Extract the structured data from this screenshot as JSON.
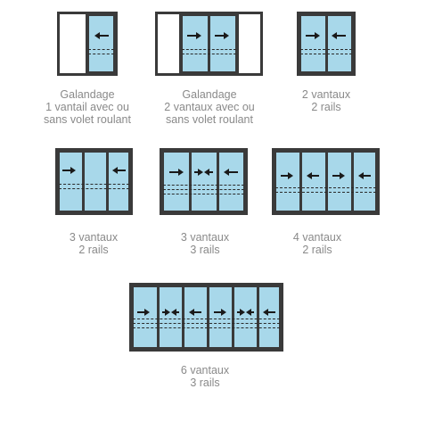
{
  "diagrams": [
    {
      "id": "galandage-1",
      "caption": [
        "Galandage",
        "1 vantail avec ou",
        "sans volet roulant"
      ]
    },
    {
      "id": "galandage-2",
      "caption": [
        "Galandage",
        "2 vantaux avec ou",
        "sans volet roulant"
      ]
    },
    {
      "id": "v2-r2",
      "caption": [
        "2 vantaux",
        "2 rails"
      ]
    },
    {
      "id": "v3-r2",
      "caption": [
        "3 vantaux",
        "2 rails"
      ]
    },
    {
      "id": "v3-r3",
      "caption": [
        "3 vantaux",
        "3 rails"
      ]
    },
    {
      "id": "v4-r2",
      "caption": [
        "4 vantaux",
        "2 rails"
      ]
    },
    {
      "id": "v6-r3",
      "caption": [
        "6 vantaux",
        "3 rails"
      ]
    }
  ],
  "colors": {
    "glass": "#a8d8ea",
    "frame": "#3a3a3a",
    "caption": "#8a8a8a"
  }
}
